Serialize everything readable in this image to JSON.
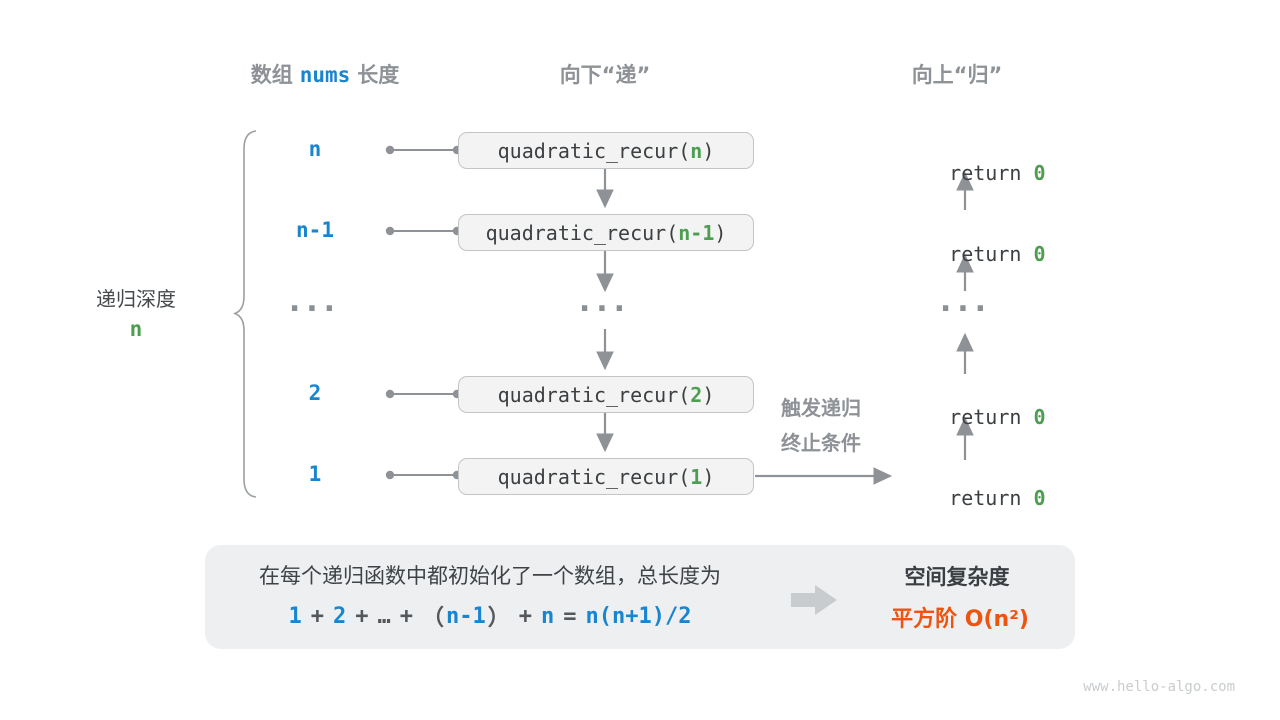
{
  "headers": {
    "col1_pre": "数组",
    "col1_code": "nums",
    "col1_post": "长度",
    "col2": "向下“递”",
    "col3": "向上“归”"
  },
  "depth_brace": {
    "label": "递归深度",
    "value": "n"
  },
  "rows": [
    {
      "depth": "n",
      "call_pre": "quadratic_recur(",
      "call_arg": "n",
      "call_post": ")",
      "ret_pre": "return ",
      "ret_val": "0"
    },
    {
      "depth": "n-1",
      "call_pre": "quadratic_recur(",
      "call_arg": "n-1",
      "call_post": ")",
      "ret_pre": "return ",
      "ret_val": "0"
    },
    {
      "depth": "...",
      "call": "...",
      "ret": "..."
    },
    {
      "depth": "2",
      "call_pre": "quadratic_recur(",
      "call_arg": "2",
      "call_post": ")",
      "ret_pre": "return ",
      "ret_val": "0"
    },
    {
      "depth": "1",
      "call_pre": "quadratic_recur(",
      "call_arg": "1",
      "call_post": ")",
      "ret_pre": "return ",
      "ret_val": "0"
    }
  ],
  "base_case_note": {
    "line1": "触发递归",
    "line2": "终止条件"
  },
  "summary": {
    "line1": "在每个递归函数中都初始化了一个数组，总长度为",
    "formula": [
      {
        "t": "1",
        "c": "blue"
      },
      {
        "t": "+",
        "c": "gray"
      },
      {
        "t": "2",
        "c": "blue"
      },
      {
        "t": "+",
        "c": "gray"
      },
      {
        "t": "…",
        "c": "gray"
      },
      {
        "t": "+",
        "c": "gray"
      },
      {
        "t": "（",
        "c": "gray"
      },
      {
        "t": "n-1",
        "c": "blue"
      },
      {
        "t": "）",
        "c": "gray"
      },
      {
        "t": "+",
        "c": "gray"
      },
      {
        "t": "n",
        "c": "blue"
      },
      {
        "t": "=",
        "c": "gray"
      },
      {
        "t": "n(n+1)/2",
        "c": "blue"
      }
    ],
    "result_title": "空间复杂度",
    "result_value": "平方阶 O(n²)"
  },
  "watermark": "www.hello-algo.com",
  "colors": {
    "blue": "#1a85cf",
    "green": "#4e9e52",
    "orange": "#ed5410",
    "line_gray": "#8e9297",
    "box_fill": "#f2f3f2",
    "panel_fill": "#eeeff0"
  }
}
